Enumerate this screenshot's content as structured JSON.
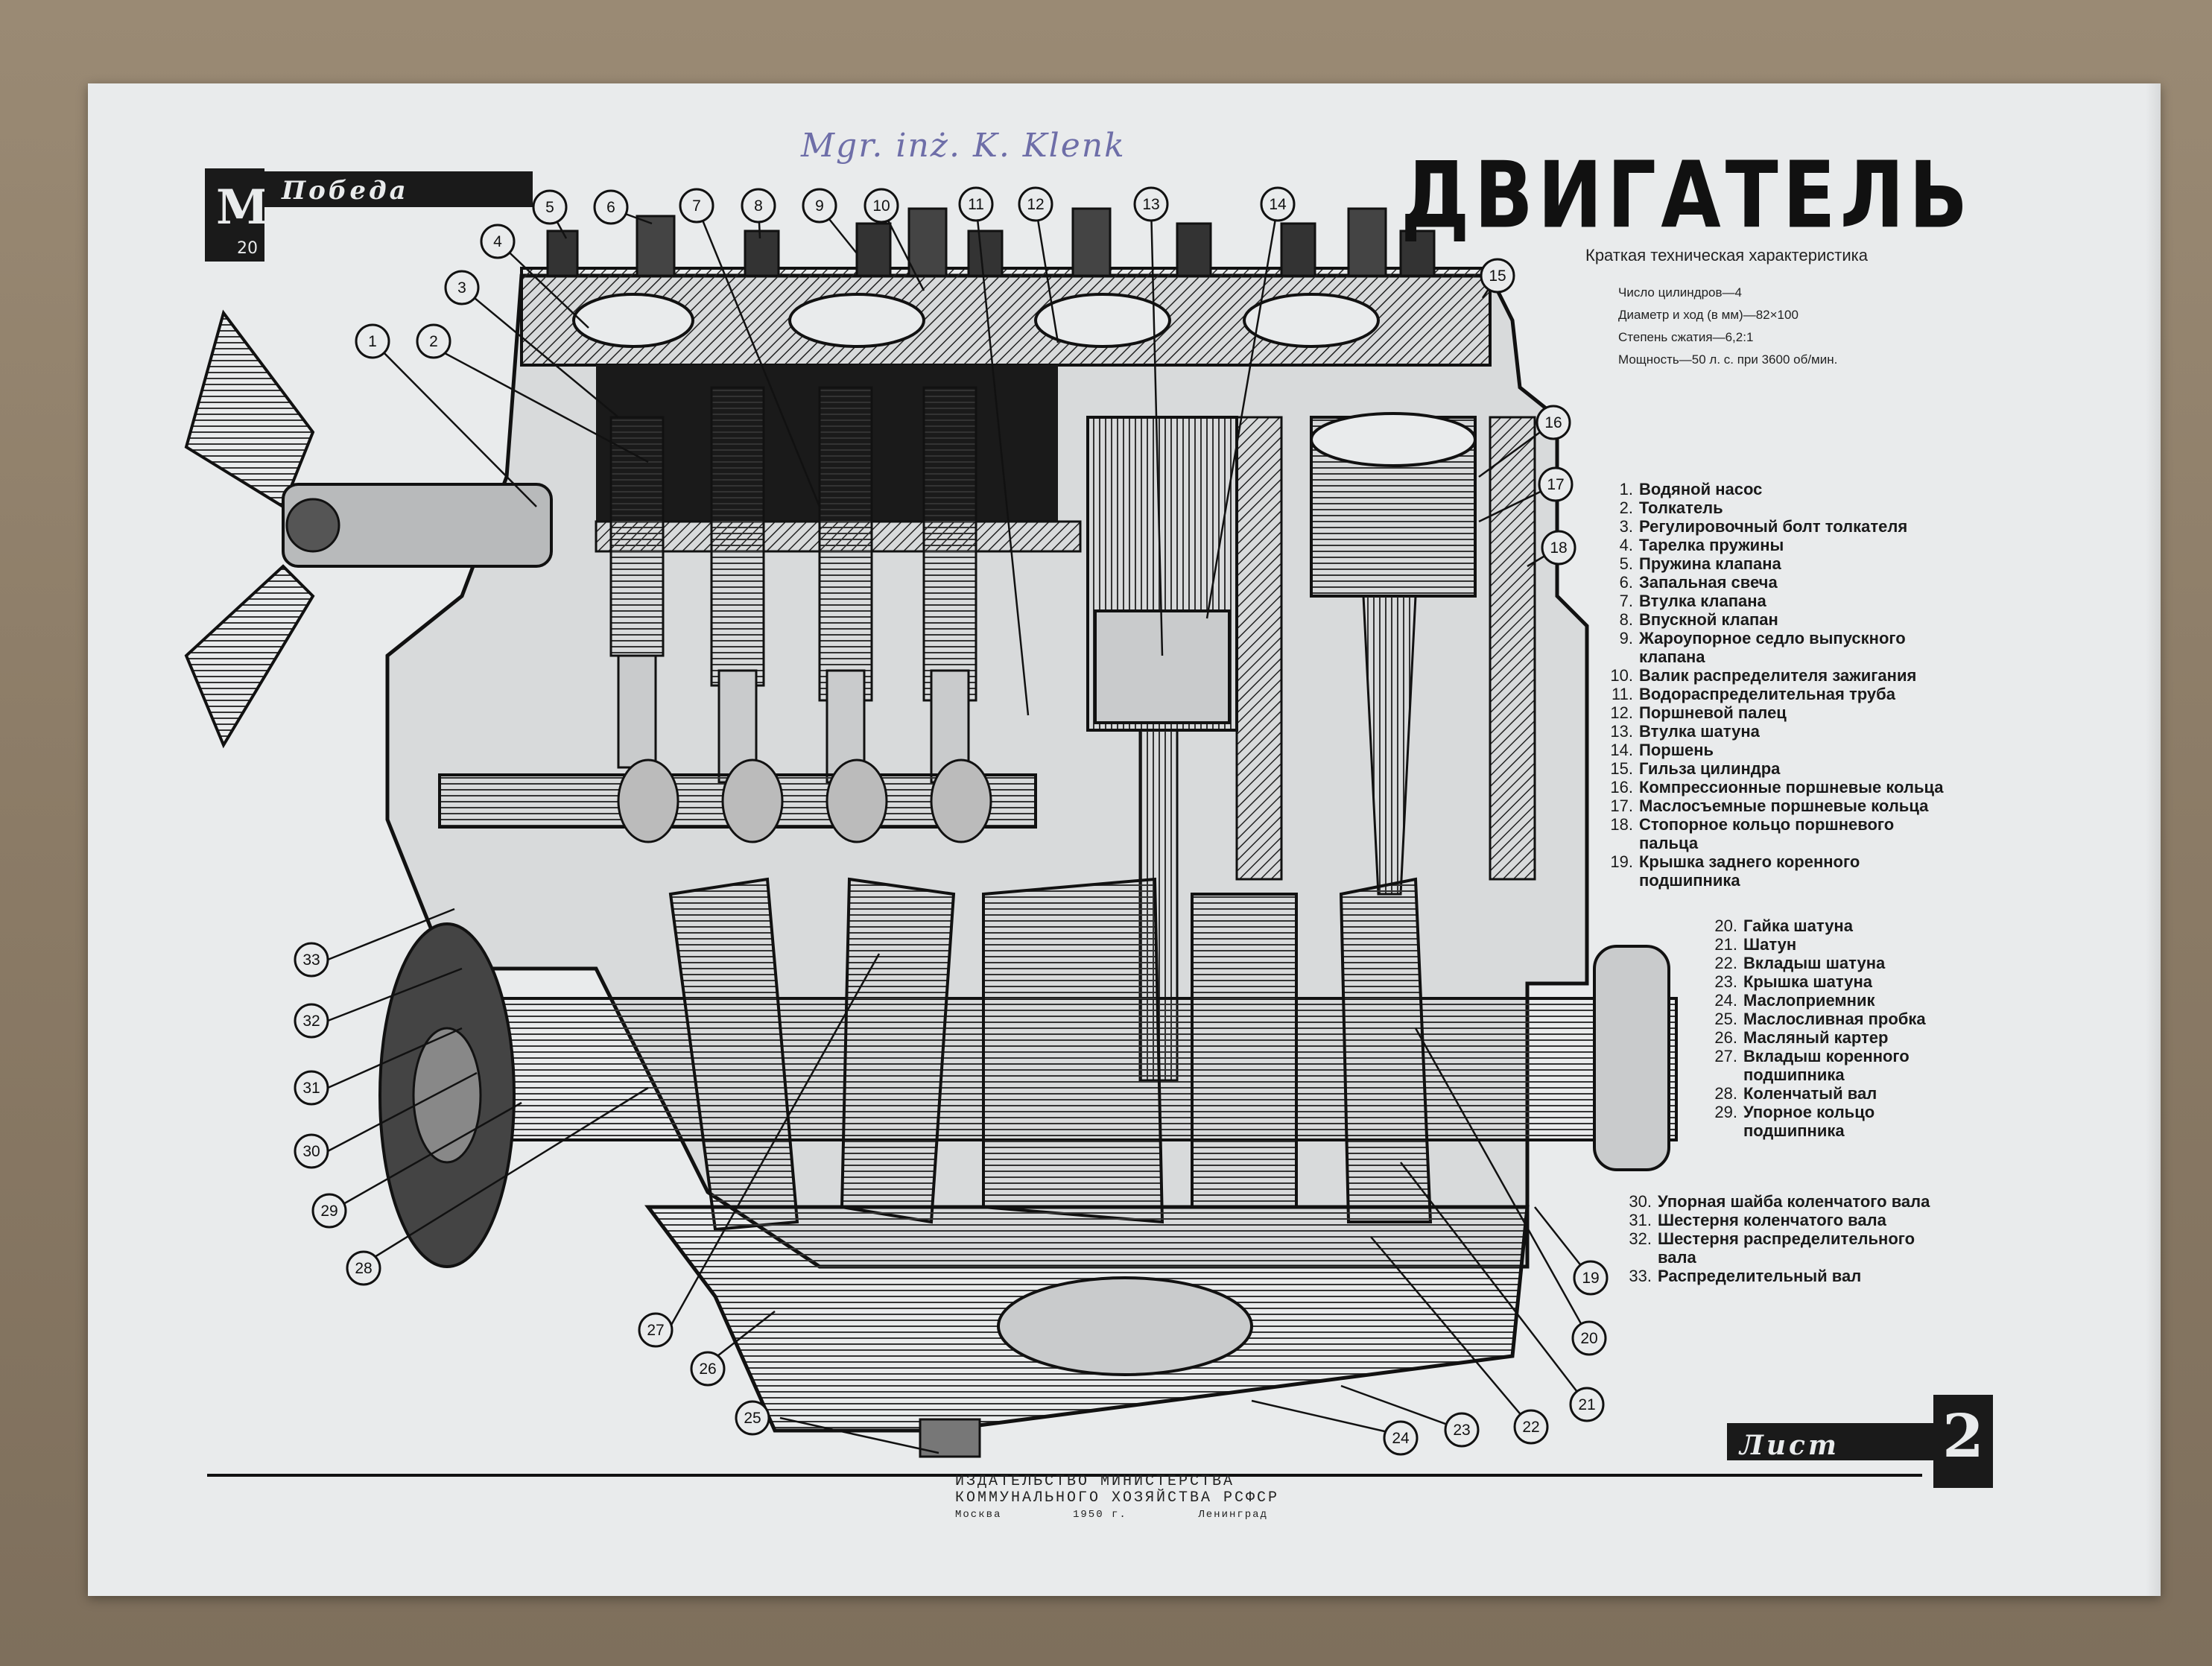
{
  "poster": {
    "title": "ДВИГАТЕЛЬ",
    "handwriting": "Mgr. inż. K. Klenk",
    "brand_logo": "Победа",
    "sheet_label": "Лист",
    "sheet_number": "2"
  },
  "specs": {
    "heading": "Краткая техническая характеристика",
    "lines": [
      "Число цилиндров—4",
      "Диаметр и ход (в мм)—82×100",
      "Степень сжатия—6,2:1",
      "Мощность—50 л. с. при 3600 об/мин."
    ]
  },
  "legend": {
    "group1": [
      {
        "n": "1.",
        "t": "Водяной насос"
      },
      {
        "n": "2.",
        "t": "Толкатель"
      },
      {
        "n": "3.",
        "t": "Регулировочный болт толкателя"
      },
      {
        "n": "4.",
        "t": "Тарелка пружины"
      },
      {
        "n": "5.",
        "t": "Пружина клапана"
      },
      {
        "n": "6.",
        "t": "Запальная свеча"
      },
      {
        "n": "7.",
        "t": "Втулка клапана"
      },
      {
        "n": "8.",
        "t": "Впускной клапан"
      },
      {
        "n": "9.",
        "t": "Жароупорное седло выпускного"
      },
      {
        "n": "",
        "t": "клапана"
      },
      {
        "n": "10.",
        "t": "Валик распределителя зажигания"
      },
      {
        "n": "11.",
        "t": "Водораспределительная труба"
      },
      {
        "n": "12.",
        "t": "Поршневой палец"
      },
      {
        "n": "13.",
        "t": "Втулка шатуна"
      },
      {
        "n": "14.",
        "t": "Поршень"
      },
      {
        "n": "15.",
        "t": "Гильза цилиндра"
      },
      {
        "n": "16.",
        "t": "Компрессионные поршневые кольца"
      },
      {
        "n": "17.",
        "t": "Маслосъемные поршневые кольца"
      },
      {
        "n": "18.",
        "t": "Стопорное кольцо поршневого"
      },
      {
        "n": "",
        "t": "пальца"
      },
      {
        "n": "19.",
        "t": "Крышка заднего коренного"
      },
      {
        "n": "",
        "t": "подшипника"
      }
    ],
    "group2": [
      {
        "n": "20.",
        "t": "Гайка шатуна"
      },
      {
        "n": "21.",
        "t": "Шатун"
      },
      {
        "n": "22.",
        "t": "Вкладыш шатуна"
      },
      {
        "n": "23.",
        "t": "Крышка шатуна"
      },
      {
        "n": "24.",
        "t": "Маслоприемник"
      },
      {
        "n": "25.",
        "t": "Маслосливная пробка"
      },
      {
        "n": "26.",
        "t": "Масляный картер"
      },
      {
        "n": "27.",
        "t": "Вкладыш коренного"
      },
      {
        "n": "",
        "t": "подшипника"
      },
      {
        "n": "28.",
        "t": "Коленчатый вал"
      },
      {
        "n": "29.",
        "t": "Упорное кольцо"
      },
      {
        "n": "",
        "t": "подшипника"
      }
    ],
    "group3": [
      {
        "n": "30.",
        "t": "Упорная шайба коленчатого вала"
      },
      {
        "n": "31.",
        "t": "Шестерня коленчатого вала"
      },
      {
        "n": "32.",
        "t": "Шестерня распределительного"
      },
      {
        "n": "",
        "t": "вала"
      },
      {
        "n": "33.",
        "t": "Распределительный вал"
      }
    ]
  },
  "callouts": [
    "1",
    "2",
    "3",
    "4",
    "5",
    "6",
    "7",
    "8",
    "9",
    "10",
    "11",
    "12",
    "13",
    "14",
    "15",
    "16",
    "17",
    "18",
    "19",
    "20",
    "21",
    "22",
    "23",
    "24",
    "25",
    "26",
    "27",
    "28",
    "29",
    "30",
    "31",
    "32",
    "33"
  ],
  "publisher": {
    "line1": "ИЗДАТЕЛЬСТВО МИНИСТЕРСТВА",
    "line2": "КОММУНАЛЬНОГО ХОЗЯЙСТВА РСФСР",
    "city1": "Москва",
    "year": "1950 г.",
    "city2": "Ленинград"
  },
  "colors": {
    "paper": "#e9ebec",
    "ink": "#111111",
    "background": "#8f7f6b",
    "handwriting": "#6e6ea8"
  }
}
